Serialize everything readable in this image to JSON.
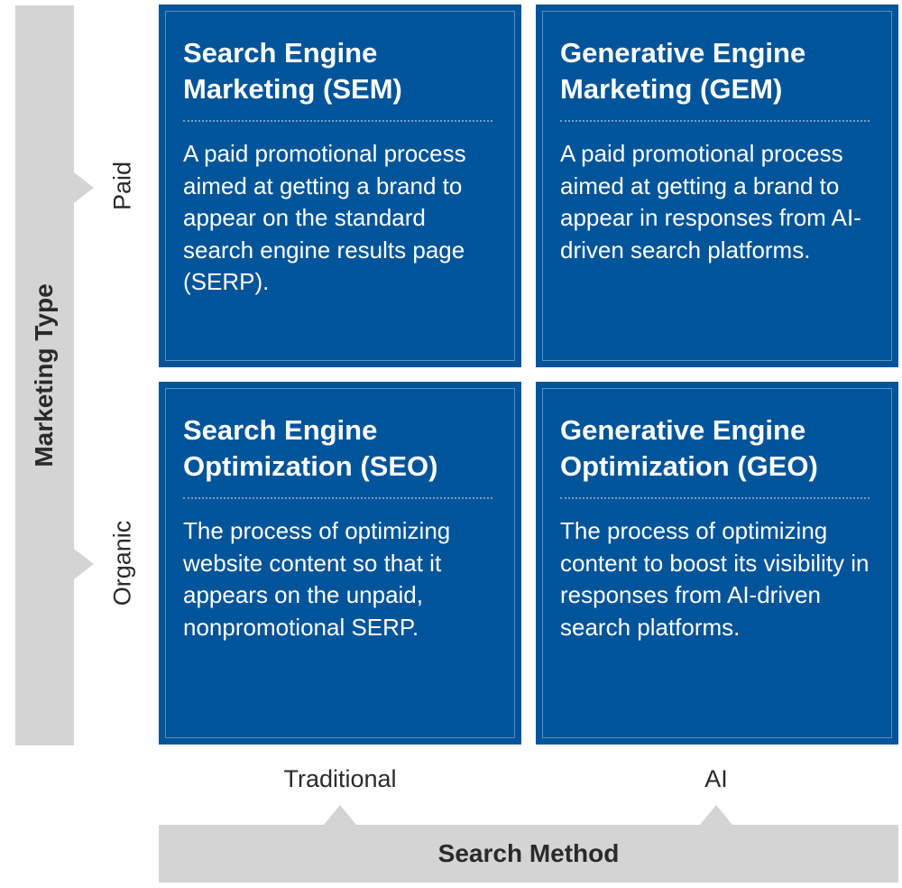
{
  "axes": {
    "vertical": {
      "title": "Marketing Type",
      "rows": [
        "Paid",
        "Organic"
      ]
    },
    "horizontal": {
      "title": "Search Method",
      "columns": [
        "Traditional",
        "AI"
      ]
    }
  },
  "quadrants": [
    {
      "title": "Search Engine Marketing (SEM)",
      "description": "A paid promotional process aimed at getting a brand to appear on the standard search engine results page (SERP)."
    },
    {
      "title": "Generative Engine Marketing (GEM)",
      "description": "A paid promotional process aimed at getting a brand to appear in responses from AI-driven search platforms."
    },
    {
      "title": "Search Engine Optimization (SEO)",
      "description": "The process of optimizing website content so that it appears on the unpaid, nonpromotional SERP."
    },
    {
      "title": "Generative Engine Optimization (GEO)",
      "description": "The process of optimizing content to boost its visibility in responses from AI-driven search platforms."
    }
  ],
  "colors": {
    "quadrant": "#00549a",
    "axis_bar": "#d4d4d4",
    "text_light": "#ffffff",
    "text_dark": "#2a2a2a"
  }
}
